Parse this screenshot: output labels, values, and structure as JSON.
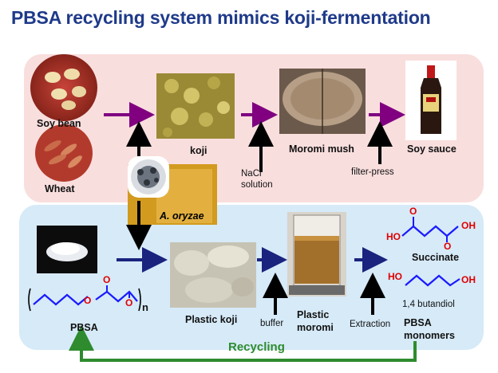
{
  "title": "PBSA recycling system mimics koji-fermentation",
  "top": {
    "soybean": "Soy bean",
    "wheat": "Wheat",
    "koji": "koji",
    "moromi": "Moromi mush",
    "soysauce": "Soy sauce",
    "nacl_line1": "NaCl",
    "nacl_line2": "solution",
    "filterpress": "filter-press"
  },
  "middle": {
    "aoryzae": "A. oryzae"
  },
  "bottom": {
    "pbsa": "PBSA",
    "plastic_koji": "Plastic koji",
    "buffer": "buffer",
    "plastic_moromi_line1": "Plastic",
    "plastic_moromi_line2": "moromi",
    "extraction": "Extraction",
    "monomers_line1": "PBSA",
    "monomers_line2": "monomers",
    "succinate": "Succinate",
    "butandiol": "1,4 butandiol",
    "recycling": "Recycling",
    "n_subscript": "n"
  },
  "chem": {
    "O": "O",
    "OH": "OH",
    "HO": "HO"
  },
  "colors": {
    "title": "#1f3a8a",
    "purple_arrow": "#800080",
    "blue_arrow": "#1a237e",
    "green_arrow": "#2e8b2e",
    "chem_blue": "#1a1aff",
    "chem_red": "#e00000"
  }
}
